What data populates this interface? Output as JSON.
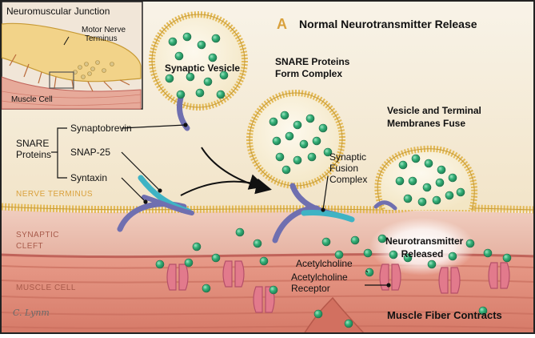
{
  "panel_letter": "A",
  "title": "Normal Neurotransmitter Release",
  "inset": {
    "title": "Neuromuscular Junction",
    "motor_nerve_terminus_line1": "Motor Nerve",
    "motor_nerve_terminus_line2": "Terminus",
    "muscle_cell": "Muscle Cell"
  },
  "labels": {
    "synaptic_vesicle": "Synaptic Vesicle",
    "snare_form_line1": "SNARE Proteins",
    "snare_form_line2": "Form Complex",
    "fuse_line1": "Vesicle and Terminal",
    "fuse_line2": "Membranes Fuse",
    "snare_proteins_line1": "SNARE",
    "snare_proteins_line2": "Proteins",
    "synaptobrevin": "Synaptobrevin",
    "snap25": "SNAP-25",
    "syntaxin": "Syntaxin",
    "fusion_line1": "Synaptic",
    "fusion_line2": "Fusion",
    "fusion_line3": "Complex",
    "nerve_terminus": "NERVE TERMINUS",
    "synaptic_cleft_line1": "SYNAPTIC",
    "synaptic_cleft_line2": "CLEFT",
    "muscle_cell": "MUSCLE CELL",
    "nt_released_line1": "Neurotransmitter",
    "nt_released_line2": "Released",
    "acetylcholine": "Acetylcholine",
    "ach_receptor_line1": "Acetylcholine",
    "ach_receptor_line2": "Receptor",
    "muscle_contracts": "Muscle Fiber Contracts"
  },
  "signature": "C. Lynm",
  "colors": {
    "frame": "#222222",
    "nerve_cytoplasm": "#f7f0e2",
    "membrane": "#e3b955",
    "cleft": "#ecc3b3",
    "muscle": "#e29380",
    "muscle_stripe": "#c86a5a",
    "vesicle_fill": "#fbf3de",
    "neurotransmitter": "#2fa870",
    "synaptobrevin": "#6f6fb0",
    "snap25": "#3fb3c4",
    "receptor": "#e27a8c",
    "title_accent": "#d9a13c",
    "glow": "#ffffff"
  }
}
